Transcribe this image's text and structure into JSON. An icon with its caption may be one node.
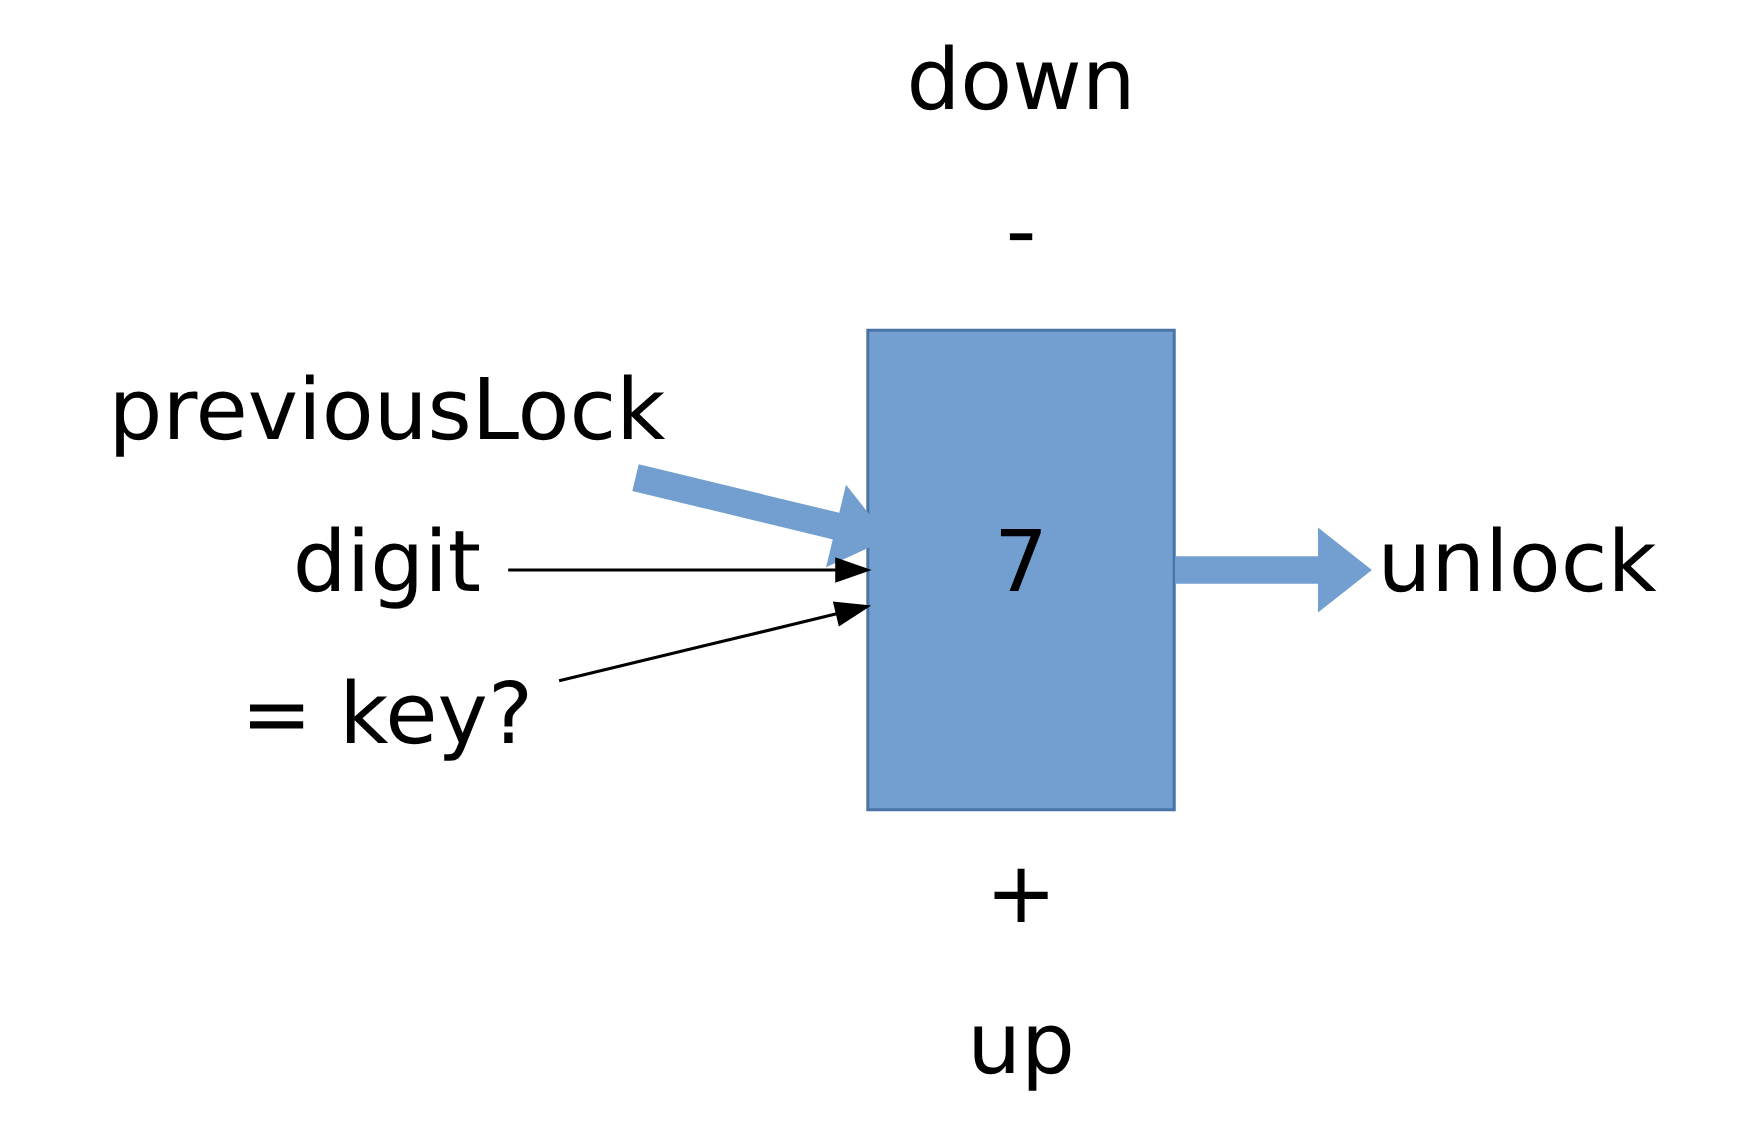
{
  "diagram": {
    "nodes": [
      {
        "text": [
          "previousLock"
        ]
      },
      {
        "text": [
          "7"
        ]
      },
      {
        "text": [
          "unlock"
        ]
      },
      {
        "text": [
          "digit"
        ]
      },
      {
        "text": [
          "= key?"
        ]
      }
    ],
    "edges": [
      {
        "from": 0,
        "to": 1,
        "arrow": "to",
        "style": "thick",
        "color": "#729fcf"
      },
      {
        "from": 1,
        "to": 2,
        "arrow": "to",
        "style": "thick",
        "color": "#729fcf"
      },
      {
        "from": 3,
        "to": 1,
        "arrow": "to",
        "color": "#000000"
      },
      {
        "from": 4,
        "to": 1,
        "arrow": "to",
        "color": "#000000"
      }
    ],
    "labels": [
      "down",
      "-",
      "+",
      "up"
    ]
  }
}
